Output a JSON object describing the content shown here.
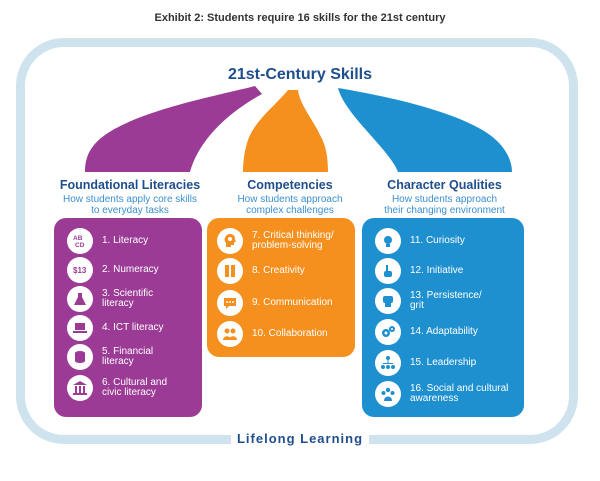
{
  "exhibit_title": "Exhibit 2: Students require 16 skills for the 21st century",
  "main_title": "21st-Century Skills",
  "footer": "Lifelong Learning",
  "colors": {
    "purple": "#9b3b95",
    "orange": "#f5901e",
    "blue": "#1e90d0",
    "frame": "#cfe3ef",
    "navy": "#1f4e8c"
  },
  "columns": [
    {
      "title": "Foundational Literacies",
      "subtitle_line1": "How students apply core skills",
      "subtitle_line2": "to everyday tasks",
      "items": [
        {
          "icon": "abc-icon",
          "line1": "1. Literacy",
          "line2": ""
        },
        {
          "icon": "numbers-icon",
          "line1": "2. Numeracy",
          "line2": ""
        },
        {
          "icon": "flask-icon",
          "line1": "3. Scientific",
          "line2": "literacy"
        },
        {
          "icon": "laptop-icon",
          "line1": "4. ICT literacy",
          "line2": ""
        },
        {
          "icon": "coins-icon",
          "line1": "5. Financial",
          "line2": "literacy"
        },
        {
          "icon": "columns-icon",
          "line1": "6. Cultural and",
          "line2": "civic literacy"
        }
      ]
    },
    {
      "title": "Competencies",
      "subtitle_line1": "How students approach",
      "subtitle_line2": "complex challenges",
      "items": [
        {
          "icon": "head-gear-icon",
          "line1": "7. Critical thinking/",
          "line2": "problem-solving"
        },
        {
          "icon": "pencil-ruler-icon",
          "line1": "8. Creativity",
          "line2": ""
        },
        {
          "icon": "speech-bubble-icon",
          "line1": "9. Communication",
          "line2": ""
        },
        {
          "icon": "people-icon",
          "line1": "10. Collaboration",
          "line2": ""
        }
      ]
    },
    {
      "title": "Character Qualities",
      "subtitle_line1": "How students approach",
      "subtitle_line2": "their changing environment",
      "items": [
        {
          "icon": "lightbulb-icon",
          "line1": "11. Curiosity",
          "line2": ""
        },
        {
          "icon": "hand-icon",
          "line1": "12. Initiative",
          "line2": ""
        },
        {
          "icon": "fist-icon",
          "line1": "13. Persistence/",
          "line2": "grit"
        },
        {
          "icon": "gears-icon",
          "line1": "14. Adaptability",
          "line2": ""
        },
        {
          "icon": "hierarchy-icon",
          "line1": "15. Leadership",
          "line2": ""
        },
        {
          "icon": "group-icon",
          "line1": "16. Social and cultural",
          "line2": "awareness"
        }
      ]
    }
  ]
}
